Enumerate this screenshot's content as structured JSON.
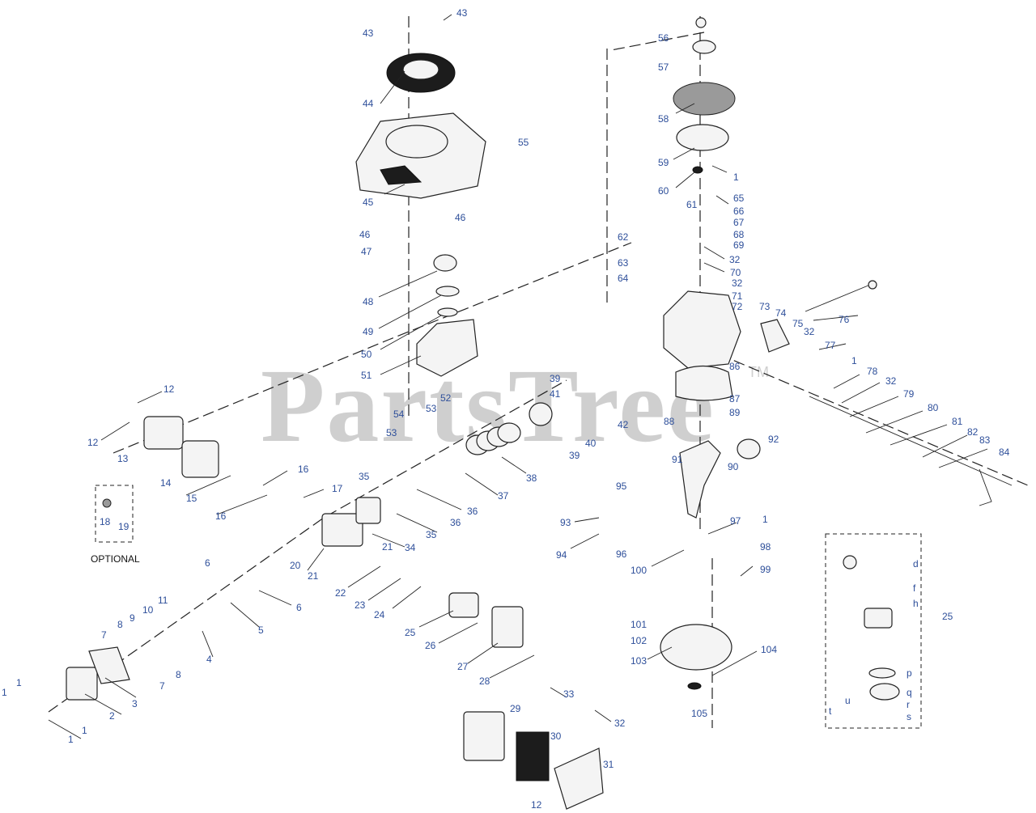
{
  "diagram": {
    "watermark": "PartsTree",
    "trademark": "TM",
    "optional_label": "OPTIONAL",
    "callouts": [
      {
        "id": "c43a",
        "text": "43"
      },
      {
        "id": "c43b",
        "text": "43"
      },
      {
        "id": "c44",
        "text": "44"
      },
      {
        "id": "c45",
        "text": "45"
      },
      {
        "id": "c46a",
        "text": "46"
      },
      {
        "id": "c46b",
        "text": "46"
      },
      {
        "id": "c47",
        "text": "47"
      },
      {
        "id": "c48",
        "text": "48"
      },
      {
        "id": "c49",
        "text": "49"
      },
      {
        "id": "c50",
        "text": "50"
      },
      {
        "id": "c51",
        "text": "51"
      },
      {
        "id": "c52",
        "text": "52"
      },
      {
        "id": "c53a",
        "text": "53"
      },
      {
        "id": "c53b",
        "text": "53"
      },
      {
        "id": "c54",
        "text": "54"
      },
      {
        "id": "c55",
        "text": "55"
      },
      {
        "id": "c56",
        "text": "56"
      },
      {
        "id": "c57",
        "text": "57"
      },
      {
        "id": "c58",
        "text": "58"
      },
      {
        "id": "c59",
        "text": "59"
      },
      {
        "id": "c60",
        "text": "60"
      },
      {
        "id": "c61",
        "text": "61"
      },
      {
        "id": "c62",
        "text": "62"
      },
      {
        "id": "c63",
        "text": "63"
      },
      {
        "id": "c64",
        "text": "64"
      },
      {
        "id": "c65",
        "text": "65"
      },
      {
        "id": "c66",
        "text": "66"
      },
      {
        "id": "c67",
        "text": "67"
      },
      {
        "id": "c68",
        "text": "68"
      },
      {
        "id": "c69",
        "text": "69"
      },
      {
        "id": "c70",
        "text": "70"
      },
      {
        "id": "c71",
        "text": "71"
      },
      {
        "id": "c72",
        "text": "72"
      },
      {
        "id": "c73",
        "text": "73"
      },
      {
        "id": "c74",
        "text": "74"
      },
      {
        "id": "c75",
        "text": "75"
      },
      {
        "id": "c76",
        "text": "76"
      },
      {
        "id": "c77",
        "text": "77"
      },
      {
        "id": "c78",
        "text": "78"
      },
      {
        "id": "c79",
        "text": "79"
      },
      {
        "id": "c80",
        "text": "80"
      },
      {
        "id": "c81",
        "text": "81"
      },
      {
        "id": "c82",
        "text": "82"
      },
      {
        "id": "c83",
        "text": "83"
      },
      {
        "id": "c84",
        "text": "84"
      },
      {
        "id": "c86",
        "text": "86"
      },
      {
        "id": "c87",
        "text": "87"
      },
      {
        "id": "c88",
        "text": "88"
      },
      {
        "id": "c89",
        "text": "89"
      },
      {
        "id": "c90",
        "text": "90"
      },
      {
        "id": "c91",
        "text": "91"
      },
      {
        "id": "c92",
        "text": "92"
      },
      {
        "id": "c93",
        "text": "93"
      },
      {
        "id": "c94",
        "text": "94"
      },
      {
        "id": "c95",
        "text": "95"
      },
      {
        "id": "c96",
        "text": "96"
      },
      {
        "id": "c97",
        "text": "97"
      },
      {
        "id": "c98",
        "text": "98"
      },
      {
        "id": "c99",
        "text": "99"
      },
      {
        "id": "c100",
        "text": "100"
      },
      {
        "id": "c101",
        "text": "101"
      },
      {
        "id": "c102",
        "text": "102"
      },
      {
        "id": "c103",
        "text": "103"
      },
      {
        "id": "c104",
        "text": "104"
      },
      {
        "id": "c105",
        "text": "105"
      },
      {
        "id": "c1a",
        "text": "1"
      },
      {
        "id": "c1b",
        "text": "1"
      },
      {
        "id": "c1c",
        "text": "1"
      },
      {
        "id": "c1d",
        "text": "1"
      },
      {
        "id": "c1e",
        "text": "1"
      },
      {
        "id": "c1f",
        "text": "1"
      },
      {
        "id": "c1g",
        "text": "1"
      },
      {
        "id": "c2",
        "text": "2"
      },
      {
        "id": "c3",
        "text": "3"
      },
      {
        "id": "c4",
        "text": "4"
      },
      {
        "id": "c5",
        "text": "5"
      },
      {
        "id": "c6a",
        "text": "6"
      },
      {
        "id": "c6b",
        "text": "6"
      },
      {
        "id": "c7a",
        "text": "7"
      },
      {
        "id": "c7b",
        "text": "7"
      },
      {
        "id": "c8a",
        "text": "8"
      },
      {
        "id": "c8b",
        "text": "8"
      },
      {
        "id": "c9",
        "text": "9"
      },
      {
        "id": "c10",
        "text": "10"
      },
      {
        "id": "c11",
        "text": "11"
      },
      {
        "id": "c12a",
        "text": "12"
      },
      {
        "id": "c12b",
        "text": "12"
      },
      {
        "id": "c12c",
        "text": "12"
      },
      {
        "id": "c13",
        "text": "13"
      },
      {
        "id": "c14",
        "text": "14"
      },
      {
        "id": "c15",
        "text": "15"
      },
      {
        "id": "c16a",
        "text": "16"
      },
      {
        "id": "c16b",
        "text": "16"
      },
      {
        "id": "c17",
        "text": "17"
      },
      {
        "id": "c18",
        "text": "18"
      },
      {
        "id": "c19",
        "text": "19"
      },
      {
        "id": "c20",
        "text": "20"
      },
      {
        "id": "c21a",
        "text": "21"
      },
      {
        "id": "c21b",
        "text": "21"
      },
      {
        "id": "c22",
        "text": "22"
      },
      {
        "id": "c23",
        "text": "23"
      },
      {
        "id": "c24",
        "text": "24"
      },
      {
        "id": "c25a",
        "text": "25"
      },
      {
        "id": "c25b",
        "text": "25"
      },
      {
        "id": "c26",
        "text": "26"
      },
      {
        "id": "c27",
        "text": "27"
      },
      {
        "id": "c28",
        "text": "28"
      },
      {
        "id": "c29",
        "text": "29"
      },
      {
        "id": "c30",
        "text": "30"
      },
      {
        "id": "c31",
        "text": "31"
      },
      {
        "id": "c32a",
        "text": "32"
      },
      {
        "id": "c32b",
        "text": "32"
      },
      {
        "id": "c32c",
        "text": "32"
      },
      {
        "id": "c32d",
        "text": "32"
      },
      {
        "id": "c32e",
        "text": "32"
      },
      {
        "id": "c33",
        "text": "33"
      },
      {
        "id": "c34",
        "text": "34"
      },
      {
        "id": "c35a",
        "text": "35"
      },
      {
        "id": "c35b",
        "text": "35"
      },
      {
        "id": "c36a",
        "text": "36"
      },
      {
        "id": "c36b",
        "text": "36"
      },
      {
        "id": "c37",
        "text": "37"
      },
      {
        "id": "c38",
        "text": "38"
      },
      {
        "id": "c39a",
        "text": "39"
      },
      {
        "id": "c39b",
        "text": "39"
      },
      {
        "id": "c40",
        "text": "40"
      },
      {
        "id": "c41",
        "text": "41"
      },
      {
        "id": "c42",
        "text": "42"
      },
      {
        "id": "cd",
        "text": "d"
      },
      {
        "id": "cf",
        "text": "f"
      },
      {
        "id": "ch",
        "text": "h"
      },
      {
        "id": "cp",
        "text": "p"
      },
      {
        "id": "cq",
        "text": "q"
      },
      {
        "id": "cr",
        "text": "r"
      },
      {
        "id": "cs",
        "text": "s"
      },
      {
        "id": "ct",
        "text": "t"
      },
      {
        "id": "cu",
        "text": "u"
      }
    ]
  }
}
